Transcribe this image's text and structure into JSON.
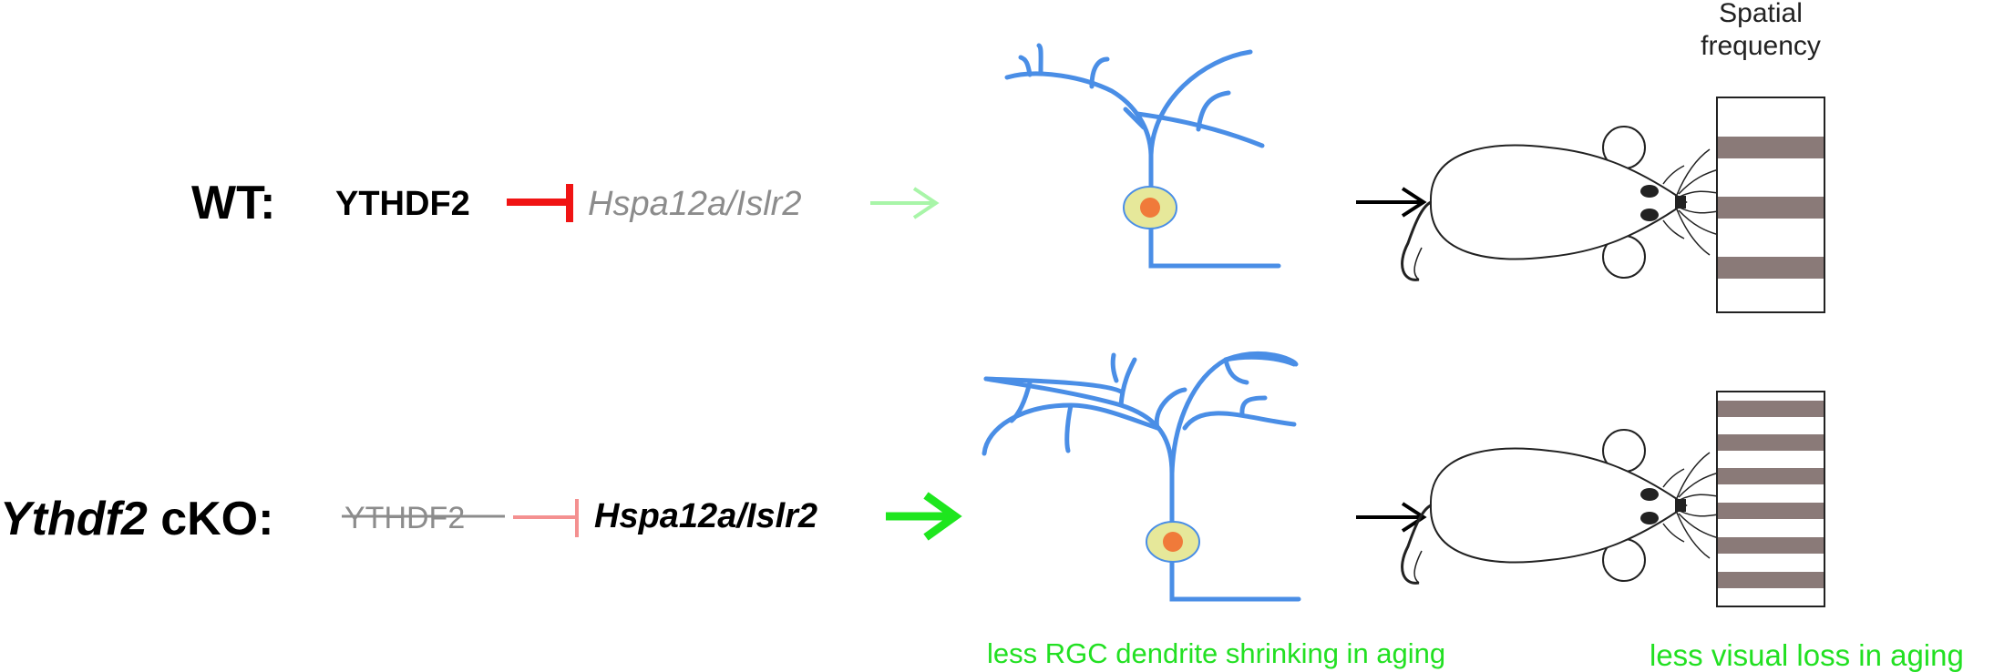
{
  "header": {
    "spatial_line1": "Spatial",
    "spatial_line2": "frequency"
  },
  "wt": {
    "label": "WT:",
    "protein": "YTHDF2",
    "target": "Hspa12a/Islr2"
  },
  "cko": {
    "label_italic": "Ythdf2",
    "label_rest": " cKO:",
    "protein": "YTHDF2",
    "target": "Hspa12a/Islr2"
  },
  "captions": {
    "dendrite": "less RGC dendrite shrinking in aging",
    "visual": "less visual loss in aging"
  },
  "colors": {
    "dendrite": "#4a8ee6",
    "soma_fill": "#e6e89a",
    "nucleus": "#f07a3a",
    "inhibit_strong": "#f01414",
    "inhibit_weak": "#f49090",
    "arrow_weak": "#a8f5a8",
    "arrow_strong": "#1ee61e",
    "caption": "#22e022",
    "grating_bar": "#8a7a78",
    "muted_text": "#8c8c8c"
  },
  "icons": {
    "mouse": "mouse-top-view-icon",
    "arrow": "arrow-right-icon",
    "inhibit": "inhibition-tbar-icon"
  }
}
